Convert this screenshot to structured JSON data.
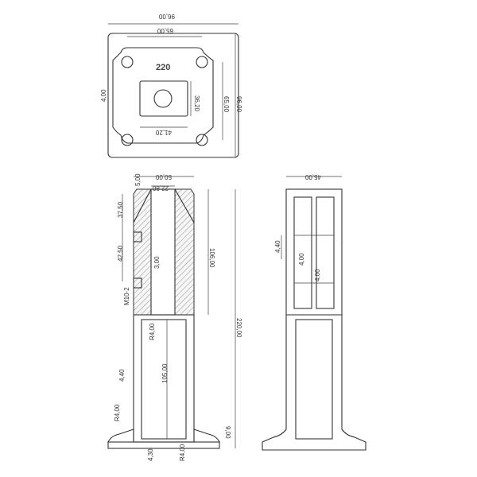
{
  "top_view": {
    "part_label": "220",
    "dims": {
      "overall_width": "96,00",
      "hole_spacing_h": "65,00",
      "hole_spacing_v": "65,00",
      "overall_height": "96,00",
      "thickness": "4,00",
      "inner_h": "36,20",
      "inner_w": "41,20"
    }
  },
  "front_view": {
    "dims": {
      "top_width": "50,00",
      "post_width": "22,80",
      "top_offset": "5,00",
      "upper_hole": "37,50",
      "lower_hole": "42,50",
      "thread": "M10-2",
      "wall": "3,00",
      "socket_depth": "106,00",
      "overall_height": "220,00",
      "fillet_upper": "R4,00",
      "tube_wall": "4,40",
      "tube_length": "105,00",
      "fillet_base": "R4,00",
      "base_thickness": "9,00",
      "base_plate": "4,30",
      "fillet_foot": "R4,00"
    }
  },
  "side_view": {
    "dims": {
      "top_width": "45,00",
      "height_a": "4,40",
      "height_b": "4,00",
      "height_c": "4,00"
    }
  }
}
